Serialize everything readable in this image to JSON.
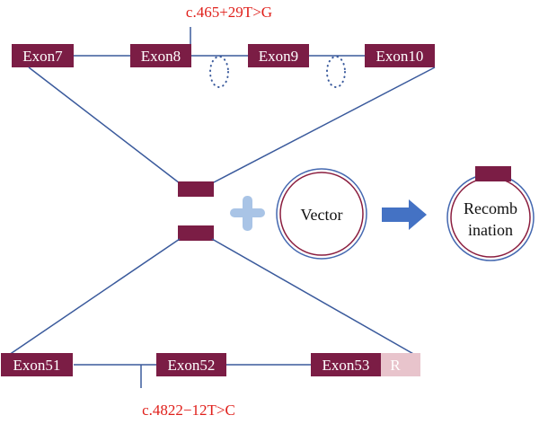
{
  "colors": {
    "exon": "#7b1d45",
    "line": "#3a5a9c",
    "mutation_text": "#e0201b",
    "r_box": "#e8c4cc",
    "r_text": "#222222",
    "circle_outer": "#4468b0",
    "circle_inner": "#8b1e3f",
    "arrow": "#4472c4",
    "plus": "#a9c4e6",
    "dotted": "#3a5a9c"
  },
  "top_row": {
    "exons": [
      "Exon7",
      "Exon8",
      "Exon9",
      "Exon10"
    ],
    "mutation": "c.465+29T>G"
  },
  "bottom_row": {
    "exons": [
      "Exon51",
      "Exon52",
      "Exon53"
    ],
    "tag": "R",
    "mutation": "c.4822−12T>C"
  },
  "vector": {
    "label": "Vector"
  },
  "recombination": {
    "line1": "Recomb",
    "line2": "ination"
  },
  "icons": {
    "plus": "plus-icon",
    "arrow": "right-arrow-icon"
  }
}
